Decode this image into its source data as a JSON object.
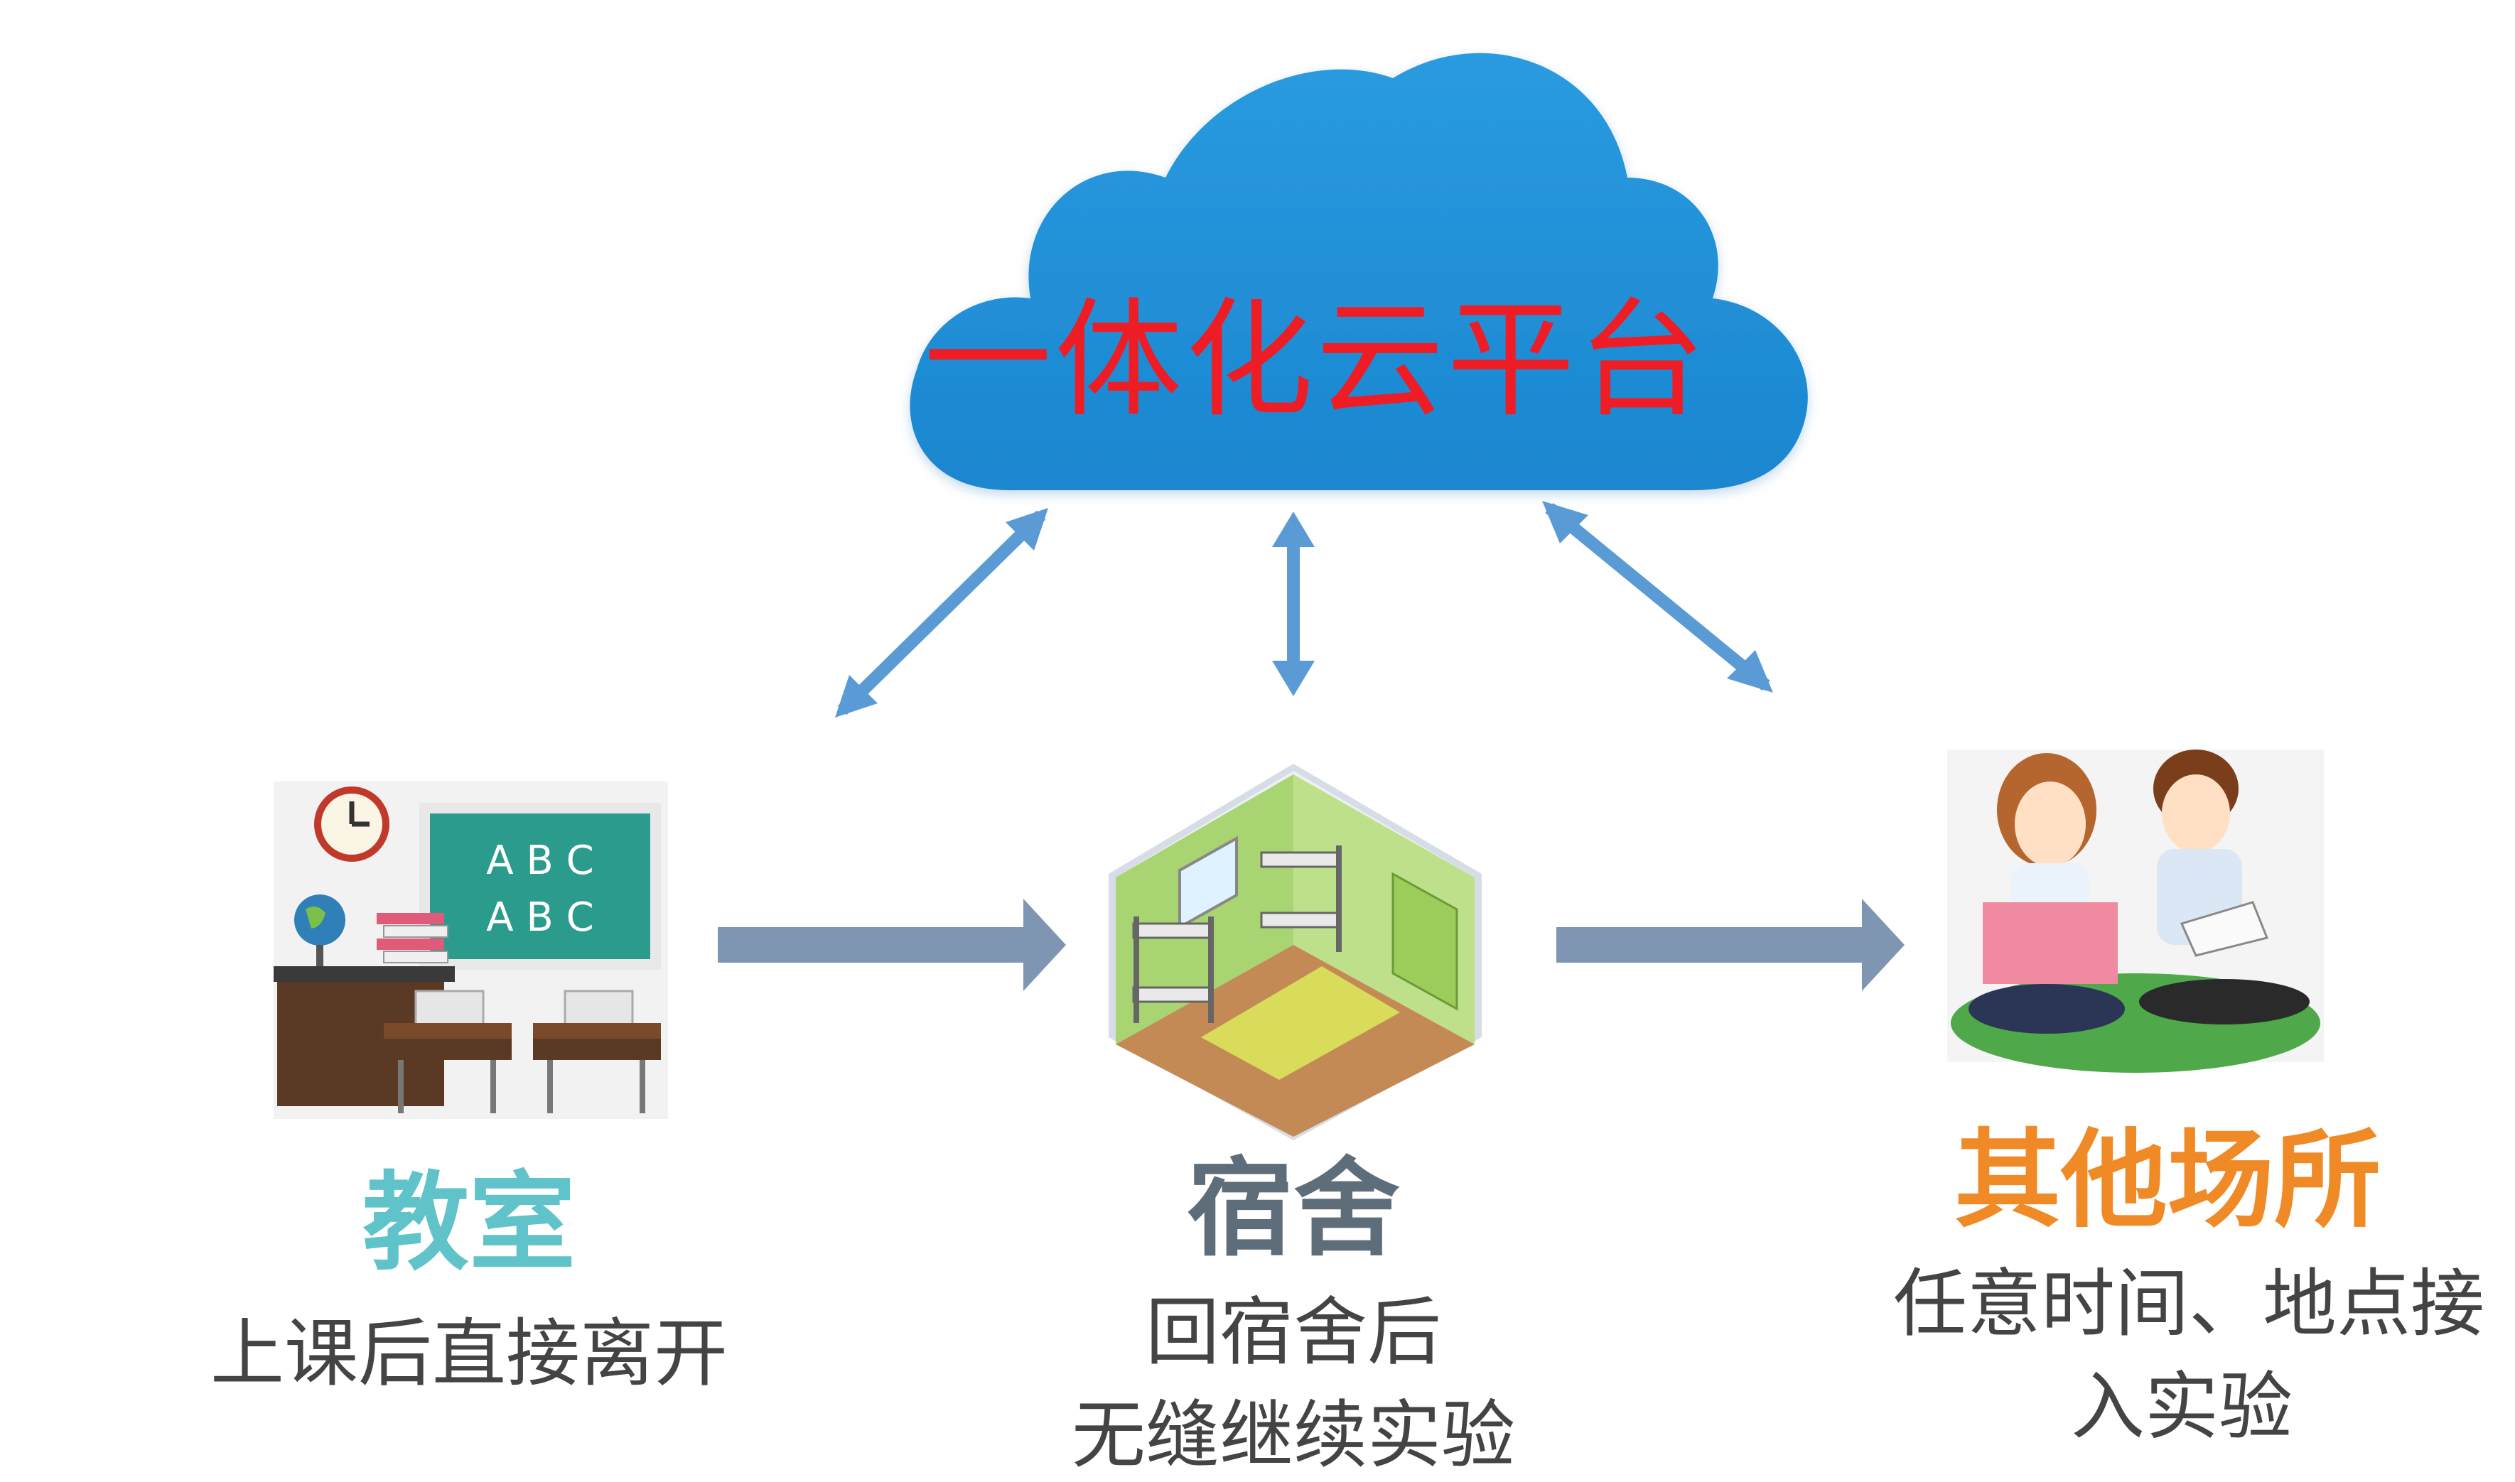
{
  "cloud": {
    "label": "一体化云平台",
    "color": "#1e8fd6",
    "text_color": "#ee1c24"
  },
  "nodes": [
    {
      "id": "classroom",
      "title": "教室",
      "desc": [
        "上课后直接离开"
      ],
      "title_color": "#5fc3c9",
      "icon": "classroom-illustration"
    },
    {
      "id": "dorm",
      "title": "宿舍",
      "desc": [
        "回宿舍后",
        "无缝继续实验"
      ],
      "title_color": "#5d6d7a",
      "icon": "dorm-room-illustration"
    },
    {
      "id": "other",
      "title": "其他场所",
      "desc": [
        "任意时间、地点接",
        "入实验"
      ],
      "title_color": "#f08a26",
      "icon": "students-reading-illustration"
    }
  ],
  "blackboard_text": [
    "A B C",
    "A B C"
  ],
  "arrows": {
    "link_color": "#5b9bd5",
    "flow_color": "#7f96b2"
  }
}
